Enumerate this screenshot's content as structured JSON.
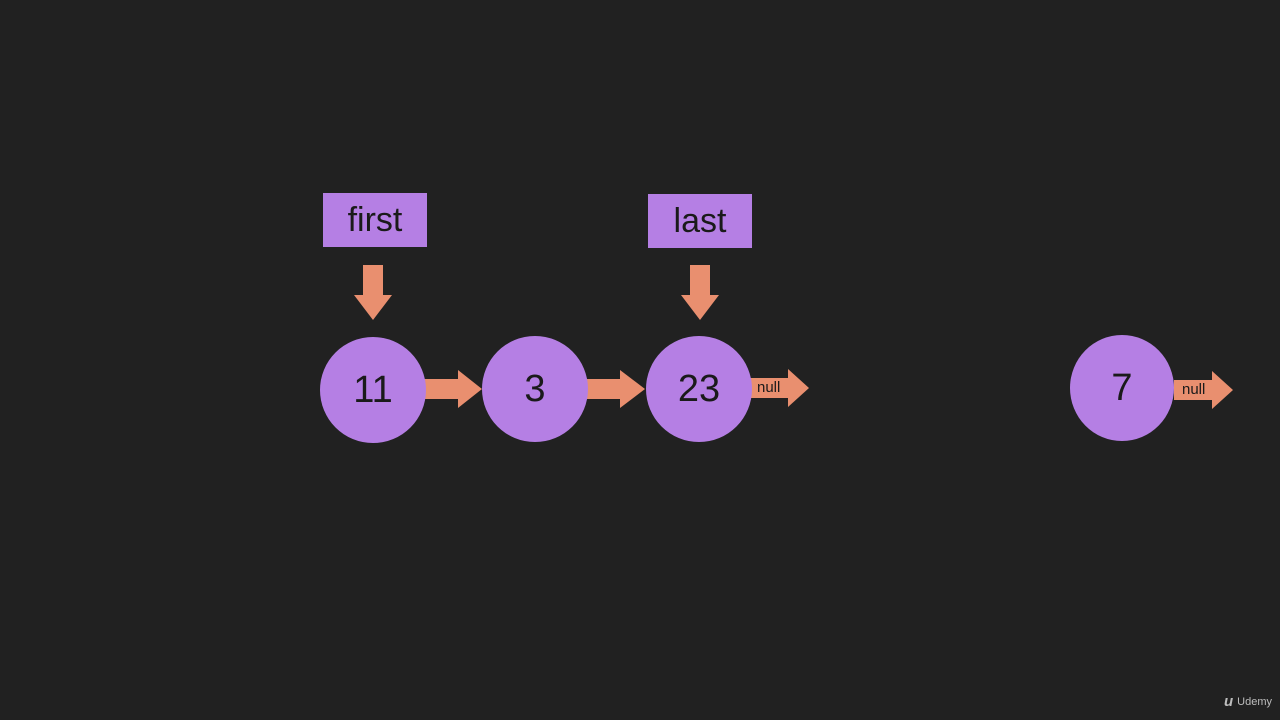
{
  "pointers": {
    "first": "first",
    "last": "last"
  },
  "nodes": [
    "11",
    "3",
    "23"
  ],
  "new_node": "7",
  "null_label": "null",
  "watermark": {
    "logo": "u",
    "text": "Udemy"
  },
  "colors": {
    "background": "#212121",
    "node": "#b57fe4",
    "arrow": "#e98f6f",
    "text": "#1a1a1a"
  }
}
